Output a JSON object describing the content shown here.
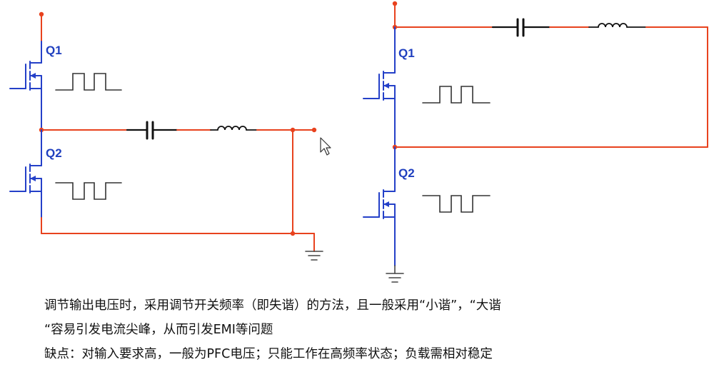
{
  "labels": {
    "left_q1": "Q1",
    "left_q2": "Q2",
    "right_q1": "Q1",
    "right_q2": "Q2"
  },
  "colors": {
    "wire_red": "#e8421e",
    "wire_blue": "#2440c8",
    "waveform": "#333333",
    "ground": "#444444",
    "label": "#1f3fbf"
  },
  "icons": [
    "mouse-cursor-icon",
    "ground-icon",
    "capacitor-icon",
    "inductor-icon",
    "mosfet-icon"
  ],
  "caption": {
    "line1": "调节输出电压时，采用调节开关频率（即失谐）的方法，且一般采用“小谐”，“大谐",
    "line2": "“容易引发电流尖峰，从而引发EMI等问题",
    "line3": "缺点：对输入要求高，一般为PFC电压；只能工作在高频率状态；负载需相对稳定"
  }
}
